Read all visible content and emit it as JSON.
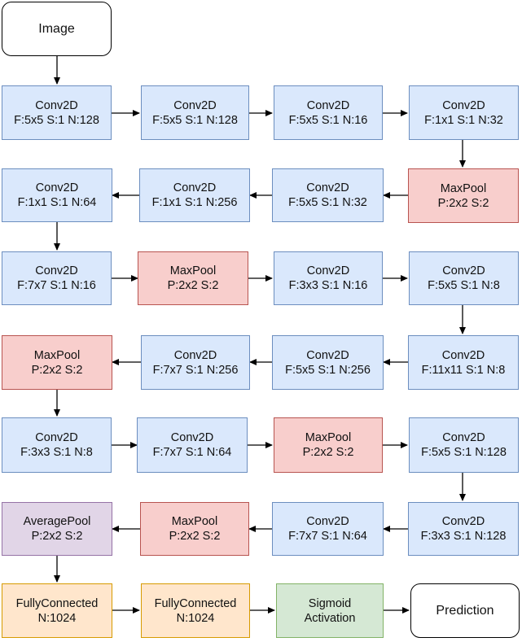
{
  "nodes": {
    "image": {
      "line1": "Image"
    },
    "n1": {
      "line1": "Conv2D",
      "line2": "F:5x5 S:1 N:128"
    },
    "n2": {
      "line1": "Conv2D",
      "line2": "F:5x5 S:1 N:128"
    },
    "n3": {
      "line1": "Conv2D",
      "line2": "F:5x5 S:1 N:16"
    },
    "n4": {
      "line1": "Conv2D",
      "line2": "F:1x1 S:1 N:32"
    },
    "n5": {
      "line1": "MaxPool",
      "line2": "P:2x2 S:2"
    },
    "n6": {
      "line1": "Conv2D",
      "line2": "F:5x5 S:1 N:32"
    },
    "n7": {
      "line1": "Conv2D",
      "line2": "F:1x1 S:1 N:256"
    },
    "n8": {
      "line1": "Conv2D",
      "line2": "F:1x1 S:1 N:64"
    },
    "n9": {
      "line1": "Conv2D",
      "line2": "F:7x7 S:1 N:16"
    },
    "n10": {
      "line1": "MaxPool",
      "line2": "P:2x2 S:2"
    },
    "n11": {
      "line1": "Conv2D",
      "line2": "F:3x3 S:1 N:16"
    },
    "n12": {
      "line1": "Conv2D",
      "line2": "F:5x5 S:1 N:8"
    },
    "n13": {
      "line1": "Conv2D",
      "line2": "F:11x11 S:1 N:8"
    },
    "n14": {
      "line1": "Conv2D",
      "line2": "F:5x5 S:1 N:256"
    },
    "n15": {
      "line1": "Conv2D",
      "line2": "F:7x7 S:1 N:256"
    },
    "n16": {
      "line1": "MaxPool",
      "line2": "P:2x2 S:2"
    },
    "n17": {
      "line1": "Conv2D",
      "line2": "F:3x3 S:1 N:8"
    },
    "n18": {
      "line1": "Conv2D",
      "line2": "F:7x7 S:1 N:64"
    },
    "n19": {
      "line1": "MaxPool",
      "line2": "P:2x2 S:2"
    },
    "n20": {
      "line1": "Conv2D",
      "line2": "F:5x5 S:1 N:128"
    },
    "n21": {
      "line1": "Conv2D",
      "line2": "F:3x3 S:1 N:128"
    },
    "n22": {
      "line1": "Conv2D",
      "line2": "F:7x7 S:1 N:64"
    },
    "n23": {
      "line1": "MaxPool",
      "line2": "P:2x2 S:2"
    },
    "n24": {
      "line1": "AveragePool",
      "line2": "P:2x2 S:2"
    },
    "n25": {
      "line1": "FullyConnected",
      "line2": "N:1024"
    },
    "n26": {
      "line1": "FullyConnected",
      "line2": "N:1024"
    },
    "n27": {
      "line1": "Sigmoid",
      "line2": "Activation"
    },
    "prediction": {
      "line1": "Prediction"
    }
  },
  "colors": {
    "conv_fill": "#dae8fc",
    "conv_border": "#6c8ebf",
    "pool_fill": "#f8cecc",
    "pool_border": "#b85450",
    "avgpool_fill": "#e1d5e7",
    "avgpool_border": "#9673a6",
    "fc_fill": "#ffe6cc",
    "fc_border": "#d79b00",
    "activation_fill": "#d5e8d4",
    "activation_border": "#82b366"
  }
}
